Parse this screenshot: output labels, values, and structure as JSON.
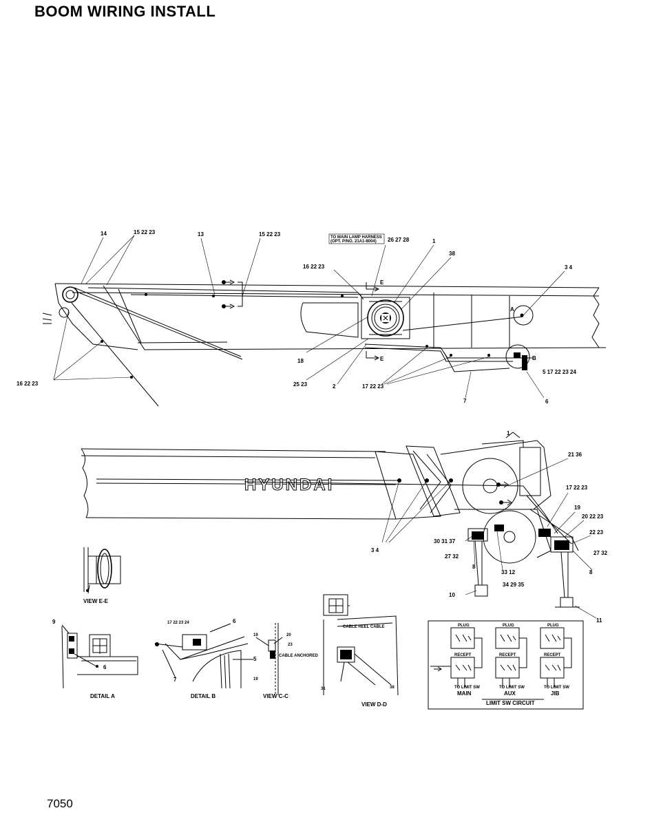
{
  "page": {
    "title": "BOOM WIRING INSTALL",
    "number": "7050"
  },
  "callouts_top": {
    "c14": "14",
    "c15a": "15 22 23",
    "c13": "13",
    "c15b": "15 22 23",
    "note1": "TO MAIN LAMP HARNESS",
    "note2": "(OPT. P/NO. 21A1-8004)",
    "c26": "26 27 28",
    "c1": "1",
    "c38": "38",
    "c16a": "16 22 23",
    "c34": "3  4",
    "cA": "A",
    "cE1": "E",
    "cE2": "E",
    "c16b": "16 22 23",
    "c18": "18",
    "c2523": "25 23",
    "c2": "2",
    "c17": "17 22 23",
    "c7": "7",
    "cB": "B",
    "c5list": "5  17 22 23 24",
    "c6": "6"
  },
  "callouts_mid": {
    "brand": "HYUNDAI",
    "c1": "1",
    "c2136": "21 36",
    "c17": "17 22 23",
    "c19": "19",
    "c20": "20 22 23",
    "c2223": "22 23",
    "c2732r": "27 32",
    "c8r": "8",
    "c34": "3  4",
    "c303137": "30 31 37",
    "c2732l": "27 32",
    "c8l": "8",
    "c3312": "33 12",
    "c343935": "34 29 35",
    "c10": "10",
    "c11": "11"
  },
  "views": {
    "view_ee": "VIEW E-E",
    "detail_a": "DETAIL  A",
    "detail_b": "DETAIL  B",
    "view_cc": "VIEW C-C",
    "view_dd": "VIEW D-D",
    "a9": "9",
    "a6": "6",
    "b_top": "17 22 23 24",
    "b6": "6",
    "b7": "7",
    "b5": "5",
    "c19": "19",
    "c20": "20",
    "c23": "23",
    "c21": "19",
    "c_note": "CABLE ANCHORED",
    "d_note": "CABLE REEL CABLE",
    "d31": "31",
    "d38": "38"
  },
  "limit_circuit": {
    "caption": "LIMIT  SW CIRCUIT",
    "plug": "PLUG",
    "recept": "RECEPT",
    "main": "MAIN",
    "aux": "AUX",
    "jib": "JIB",
    "to_limit": "TO LIMIT SW"
  }
}
